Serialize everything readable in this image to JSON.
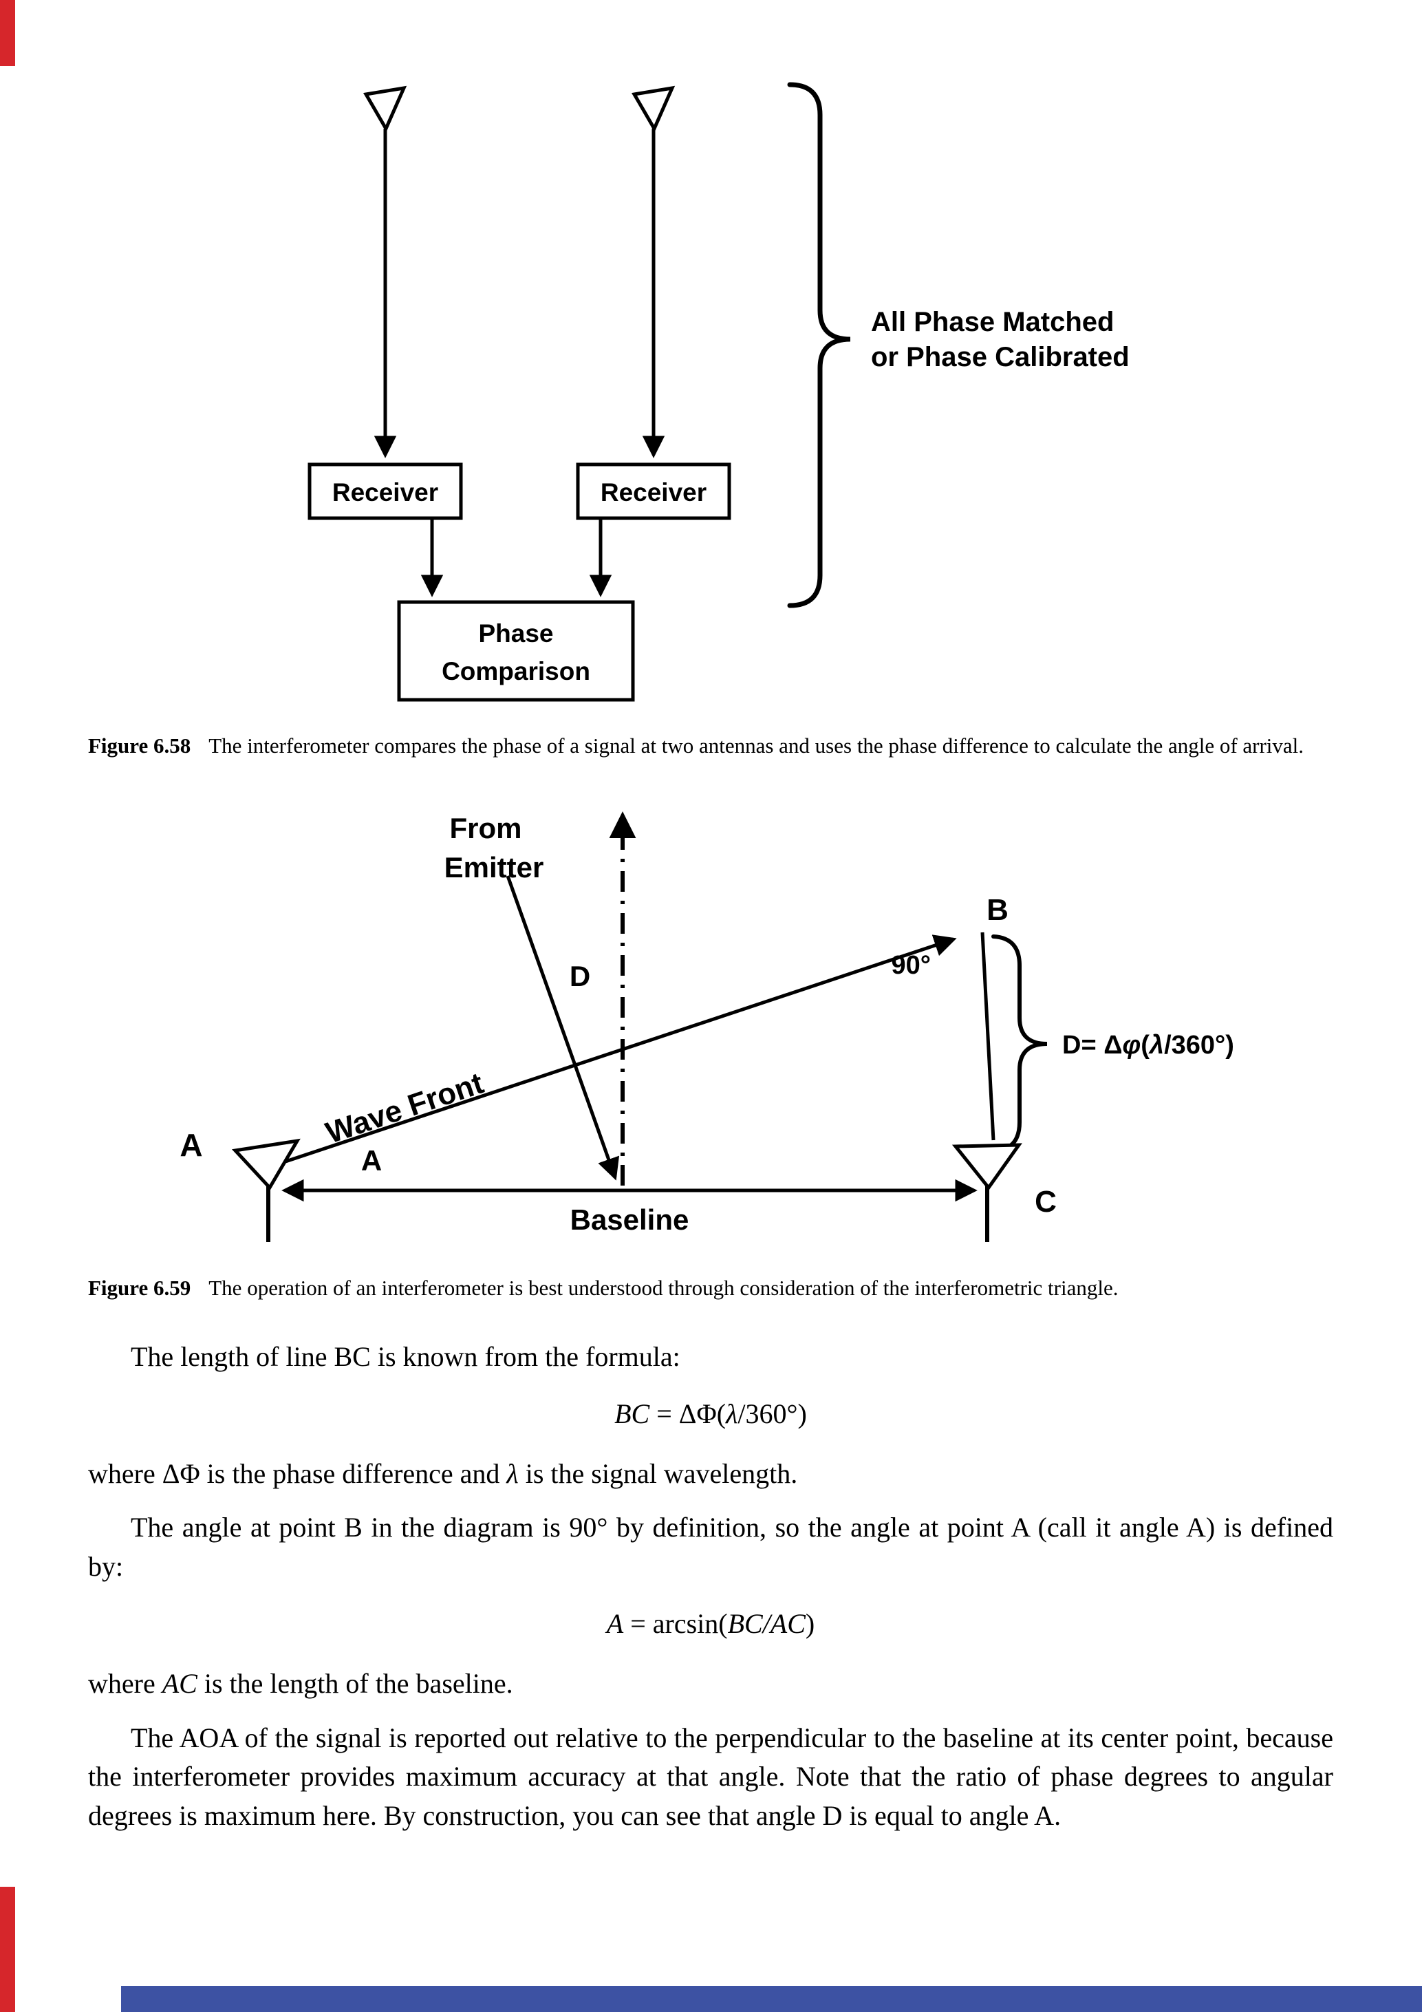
{
  "edges": {
    "red_accent": "#d6262b",
    "blue_accent": "#3d52a3"
  },
  "fig58": {
    "receiver_left_label": "Receiver",
    "receiver_right_label": "Receiver",
    "phase_box_line1": "Phase",
    "phase_box_line2": "Comparison",
    "brace_note_line1": "All Phase Matched",
    "brace_note_line2": "or Phase Calibrated",
    "caption_label": "Figure 6.58",
    "caption_text": "The interferometer compares the phase of a signal at two antennas and uses the phase difference to calculate the angle of arrival."
  },
  "fig59": {
    "from_emitter_line1": "From",
    "from_emitter_line2": "Emitter",
    "wave_front_label": "Wave Front",
    "angle_d_label": "D",
    "point_b_label": "B",
    "right_angle_label": "90°",
    "brace_formula": {
      "s1": "D= Δ",
      "v1": "φ",
      "s2": "(",
      "v2": "λ",
      "s3": "/360°)"
    },
    "point_a_label": "A",
    "angle_a_label": "A",
    "point_c_label": "C",
    "baseline_label": "Baseline",
    "caption_label": "Figure 6.59",
    "caption_text": "The operation of an interferometer is best understood through consideration of the interferometric triangle."
  },
  "body": {
    "p1": "The length of line BC is known from the formula:",
    "formula1": {
      "v1": "BC",
      "m1": " = ΔΦ(",
      "v2": "λ",
      "m2": "/360°)"
    },
    "p2": {
      "s1": "where ΔΦ is the phase difference and ",
      "v1": "λ",
      "s2": " is the signal wavelength."
    },
    "p3": "The angle at point B in the diagram is 90° by definition, so the angle at point A (call it angle A) is defined by:",
    "formula2": {
      "v1": "A",
      "m1": " = arcsin(",
      "v2": "BC/AC",
      "m2": ")"
    },
    "p4": {
      "s1": "where ",
      "v1": "AC",
      "s2": " is the length of the baseline."
    },
    "p5": "The AOA of the signal is reported out relative to the perpendicular to the baseline at its center point, because the interferometer provides maximum accuracy at that angle. Note that the ratio of phase degrees to angular degrees is maximum here. By construction, you can see that angle D is equal to angle A."
  }
}
